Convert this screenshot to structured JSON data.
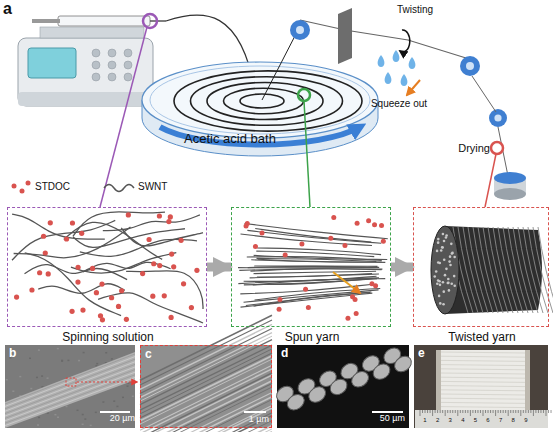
{
  "diagram": {
    "nodes": [
      {
        "text": [
          "Spinning solution"
        ]
      },
      {
        "text": [
          "Spun yarn"
        ]
      },
      {
        "text": [
          "Twisted yarn"
        ]
      },
      {
        "text": [
          "b",
          "20 µm"
        ]
      },
      {
        "text": [
          "c",
          "1 µm"
        ]
      },
      {
        "text": [
          "d",
          "50 µm"
        ]
      },
      {
        "text": [
          "e"
        ]
      }
    ],
    "edges": [
      {
        "from": 0,
        "to": 1,
        "arrow": "to"
      },
      {
        "from": 1,
        "to": 2,
        "arrow": "to"
      }
    ],
    "labels": [
      "a",
      "Twisting",
      "Squeeze out",
      "Drying",
      "Acetic acid bath",
      "STDOC",
      "SWNT",
      "1",
      "2",
      "3",
      "4",
      "5",
      "6",
      "7",
      "8",
      "9"
    ]
  }
}
